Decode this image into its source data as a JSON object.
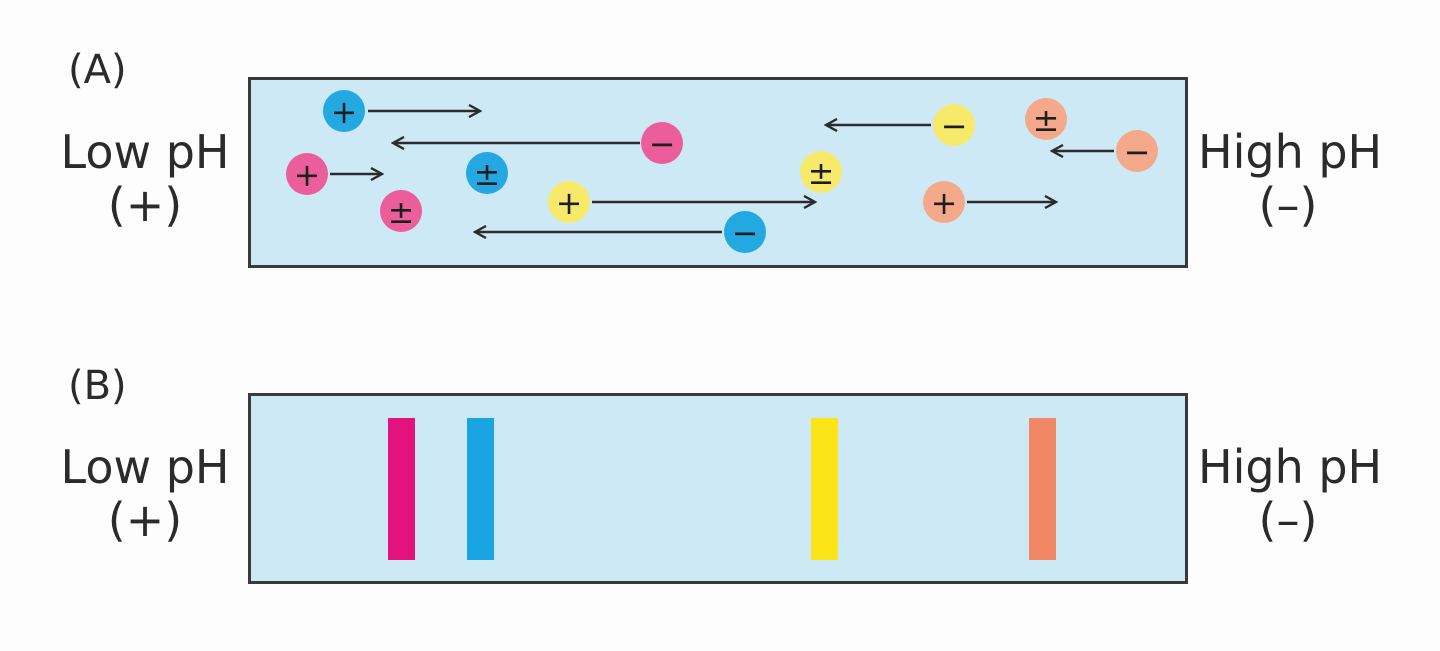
{
  "colors": {
    "magenta": "#ec5d9b",
    "blue": "#23a8e2",
    "yellow": "#f7ea6a",
    "salmon": "#f4a98a",
    "band_magenta": "#e2137c",
    "band_blue": "#19a5e2",
    "band_yellow": "#fbe519",
    "band_salmon": "#f08765",
    "tube_fill": "#cde9f6",
    "ink": "#2b2b2b"
  },
  "panel_a": {
    "letter": "(A)",
    "left_label": {
      "line1": "Low pH",
      "line2": "(+)"
    },
    "right_label": {
      "line1": "High pH",
      "line2": "(–)"
    },
    "molecules": [
      {
        "color": "blue",
        "charge": "+"
      },
      {
        "color": "magenta",
        "charge": "−"
      },
      {
        "color": "magenta",
        "charge": "+"
      },
      {
        "color": "blue",
        "charge": "±"
      },
      {
        "color": "magenta",
        "charge": "±"
      },
      {
        "color": "yellow",
        "charge": "+"
      },
      {
        "color": "blue",
        "charge": "−"
      },
      {
        "color": "yellow",
        "charge": "±"
      },
      {
        "color": "yellow",
        "charge": "−"
      },
      {
        "color": "salmon",
        "charge": "±"
      },
      {
        "color": "salmon",
        "charge": "−"
      },
      {
        "color": "salmon",
        "charge": "+"
      }
    ]
  },
  "panel_b": {
    "letter": "(B)",
    "left_label": {
      "line1": "Low pH",
      "line2": "(+)"
    },
    "right_label": {
      "line1": "High pH",
      "line2": "(–)"
    },
    "bands": [
      {
        "color": "band_magenta"
      },
      {
        "color": "band_blue"
      },
      {
        "color": "band_yellow"
      },
      {
        "color": "band_salmon"
      }
    ]
  }
}
